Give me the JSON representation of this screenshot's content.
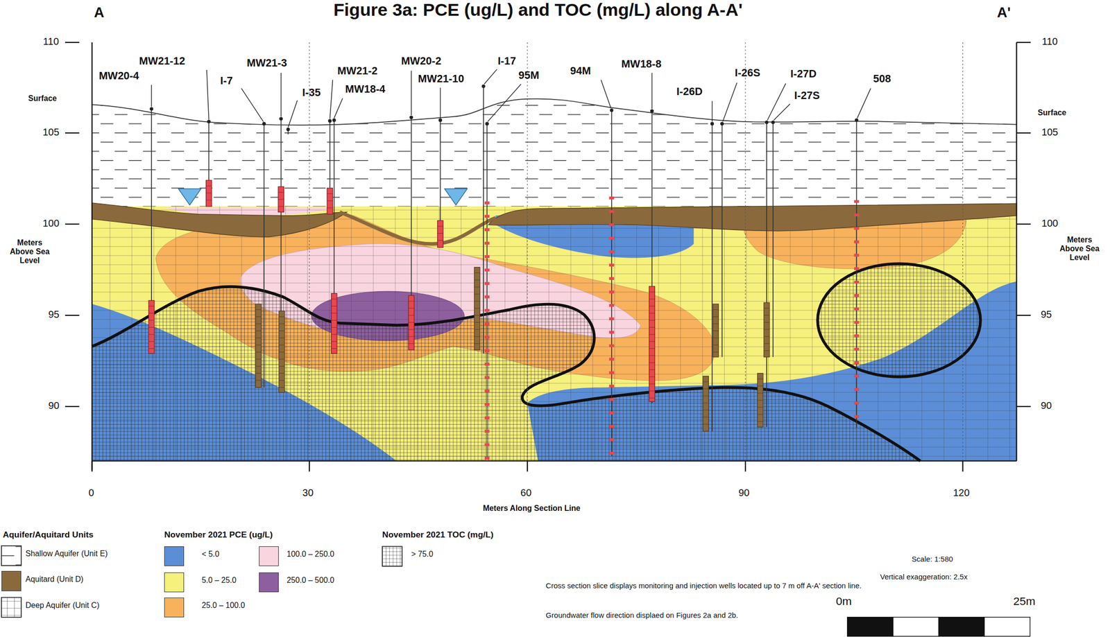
{
  "diagram": {
    "title": "Figure 3a: PCE (ug/L) and TOC (mg/L) along A-A'",
    "labels": [
      "A",
      "A'",
      "110",
      "105",
      "100",
      "95",
      "90",
      "110",
      "105",
      "100",
      "95",
      "90",
      "Surface",
      "Surface",
      "Meters Above Sea Level",
      "Meters Above Sea Level",
      "0",
      "30",
      "60",
      "90",
      "120",
      "Meters Along Section Line",
      "MW20-4",
      "MW21-12",
      "I-7",
      "MW21-3",
      "I-35",
      "MW21-2",
      "MW18-4",
      "MW20-2",
      "MW21-10",
      "I-17",
      "95M",
      "94M",
      "MW18-8",
      "I-26D",
      "I-26S",
      "I-27D",
      "I-27S",
      "508",
      "Aquifer/Aquitard Units",
      "November 2021 PCE (ug/L)",
      "November 2021 TOC (mg/L)",
      "Cross section slice displays monitoring and injection wells located up to 7 m off A-A' section line.",
      "Groundwater flow direction displaed on Figures 2a and 2b.",
      "Scale: 1:580",
      "Vertical exaggeration: 2.5x",
      "0m",
      "25m"
    ],
    "legend": [
      {
        "text": "Shallow Aquifer (Unit E)"
      },
      {
        "text": "Aquitard (Unit D)",
        "color": "#8a6a3c"
      },
      {
        "text": "Deep Aquifer (Unit C)"
      },
      {
        "text": "< 5.0",
        "color": "#5b8ed6"
      },
      {
        "text": "5.0 – 25.0",
        "color": "#f6f07d"
      },
      {
        "text": "25.0 – 100.0",
        "color": "#f8b25c"
      },
      {
        "text": "100.0 – 250.0",
        "color": "#f9d5df"
      },
      {
        "text": "250.0 – 500.0",
        "color": "#8e5f9f"
      },
      {
        "text": "> 75.0"
      }
    ]
  }
}
